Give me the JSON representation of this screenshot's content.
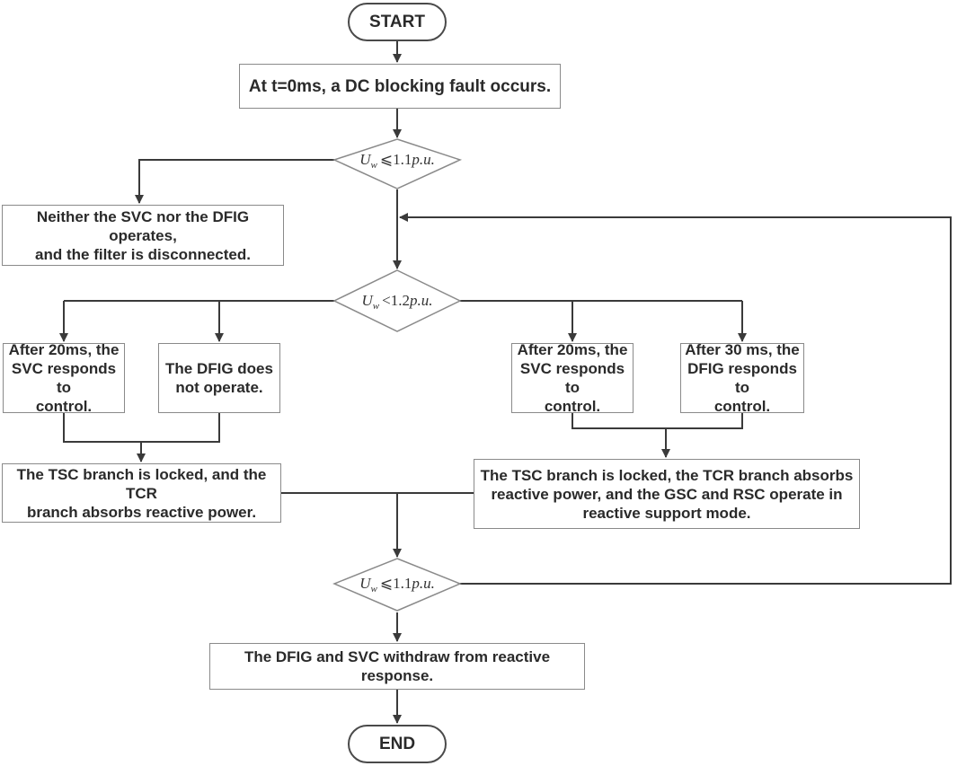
{
  "flowchart": {
    "start": "START",
    "end": "END",
    "fault": "At t=0ms, a DC blocking fault occurs.",
    "decision1": {
      "var": "U",
      "sub": "w",
      "op": "⩽",
      "value": "1.1",
      "unit": "p.u."
    },
    "decision2": {
      "var": "U",
      "sub": "w",
      "op": "<",
      "value": "1.2",
      "unit": "p.u."
    },
    "decision3": {
      "var": "U",
      "sub": "w",
      "op": "⩽",
      "value": "1.1",
      "unit": "p.u."
    },
    "no_operation": "Neither the SVC nor the DFIG operates,\nand the filter is disconnected.",
    "left_svc": "After 20ms, the\nSVC responds to\ncontrol.",
    "left_dfig": "The DFIG does\nnot operate.",
    "right_svc": "After 20ms, the\nSVC responds to\ncontrol.",
    "right_dfig": "After 30 ms, the\nDFIG responds to\ncontrol.",
    "left_result": "The TSC branch is locked, and the TCR\nbranch absorbs reactive power.",
    "right_result": "The TSC branch is locked, the TCR branch absorbs\nreactive power, and the GSC and RSC operate in\nreactive support mode.",
    "withdraw": "The DFIG and SVC withdraw from reactive response."
  }
}
